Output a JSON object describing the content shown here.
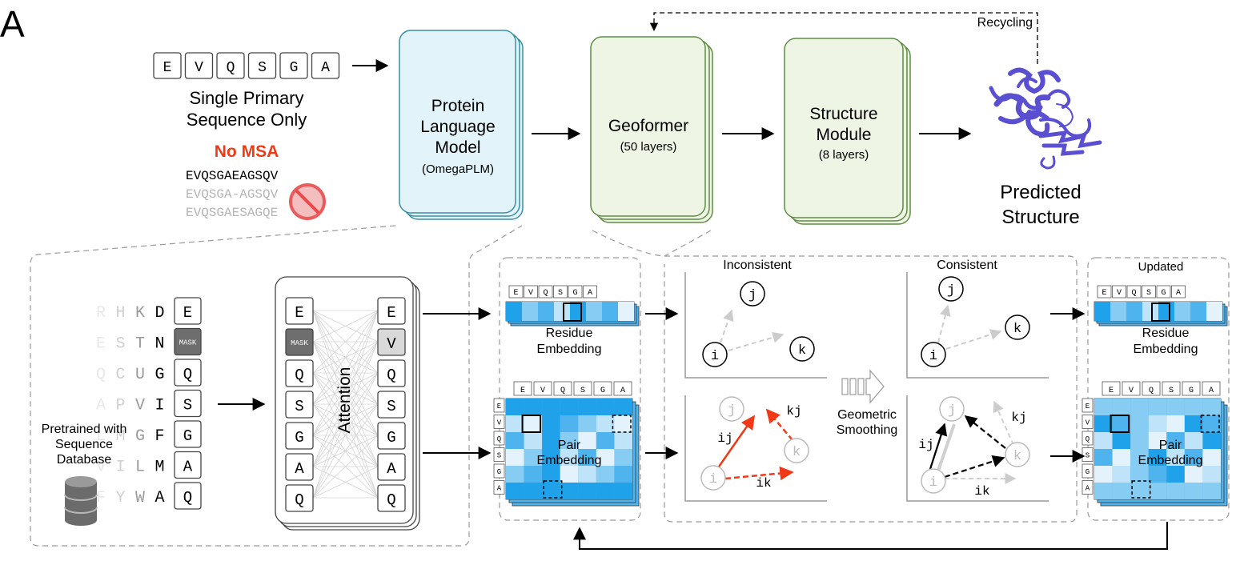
{
  "panel_label": "A",
  "input": {
    "sequence": [
      "E",
      "V",
      "Q",
      "S",
      "G",
      "A"
    ],
    "caption_line1": "Single Primary",
    "caption_line2": "Sequence Only",
    "no_msa": "No MSA",
    "msa_rows": [
      "EVQSGAEAGSQV",
      "EVQSGA-AGSQV",
      "EVQSGAESAGQE"
    ]
  },
  "plm": {
    "line1": "Protein",
    "line2": "Language",
    "line3": "Model",
    "sub": "(OmegaPLM)"
  },
  "geoformer": {
    "title": "Geoformer",
    "sub": "(50 layers)"
  },
  "structure_module": {
    "line1": "Structure",
    "line2": "Module",
    "sub": "(8 layers)"
  },
  "recycling": "Recycling",
  "predicted": {
    "line1": "Predicted",
    "line2": "Structure"
  },
  "pretraining": {
    "rows": [
      {
        "context": [
          "R",
          "H",
          "K",
          "D"
        ],
        "token": "E"
      },
      {
        "context": [
          "E",
          "S",
          "T",
          "N"
        ],
        "token": "MASK"
      },
      {
        "context": [
          "Q",
          "C",
          "U",
          "G"
        ],
        "token": "Q"
      },
      {
        "context": [
          "A",
          "P",
          "V",
          "I"
        ],
        "token": "S"
      },
      {
        "context": [
          "L",
          "M",
          "G",
          "F"
        ],
        "token": "G"
      },
      {
        "context": [
          "V",
          "I",
          "L",
          "M"
        ],
        "token": "A"
      },
      {
        "context": [
          "F",
          "Y",
          "W",
          "A"
        ],
        "token": "Q"
      }
    ],
    "db_line1": "Pretrained with",
    "db_line2": "Sequence",
    "db_line3": "Database",
    "attention_in": [
      "E",
      "MASK",
      "Q",
      "S",
      "G",
      "A",
      "Q"
    ],
    "attention_out": [
      "E",
      "V",
      "Q",
      "S",
      "G",
      "A",
      "Q"
    ],
    "attention_label": "Attention"
  },
  "embeddings": {
    "residue_tokens": [
      "E",
      "V",
      "Q",
      "S",
      "G",
      "A"
    ],
    "residue_label1": "Residue",
    "residue_label2": "Embedding",
    "pair_label1": "Pair",
    "pair_label2": "Embedding",
    "updated": "Updated"
  },
  "smoothing": {
    "inconsistent": "Inconsistent",
    "consistent": "Consistent",
    "label1": "Geometric",
    "label2": "Smoothing",
    "nodes": [
      "i",
      "j",
      "k"
    ],
    "edges": [
      "ij",
      "ik",
      "kj"
    ]
  },
  "colors": {
    "plm_fill": "#e2f4fa",
    "plm_stroke": "#3a8ea5",
    "green_fill": "#eef5e4",
    "green_stroke": "#5f8c44",
    "accent_red": "#f03a17",
    "protein": "#5a4fd0",
    "heat": [
      "#1fa2ea",
      "#4fb4ee",
      "#86ccf3",
      "#bfe3f8",
      "#e3f2fb"
    ]
  }
}
